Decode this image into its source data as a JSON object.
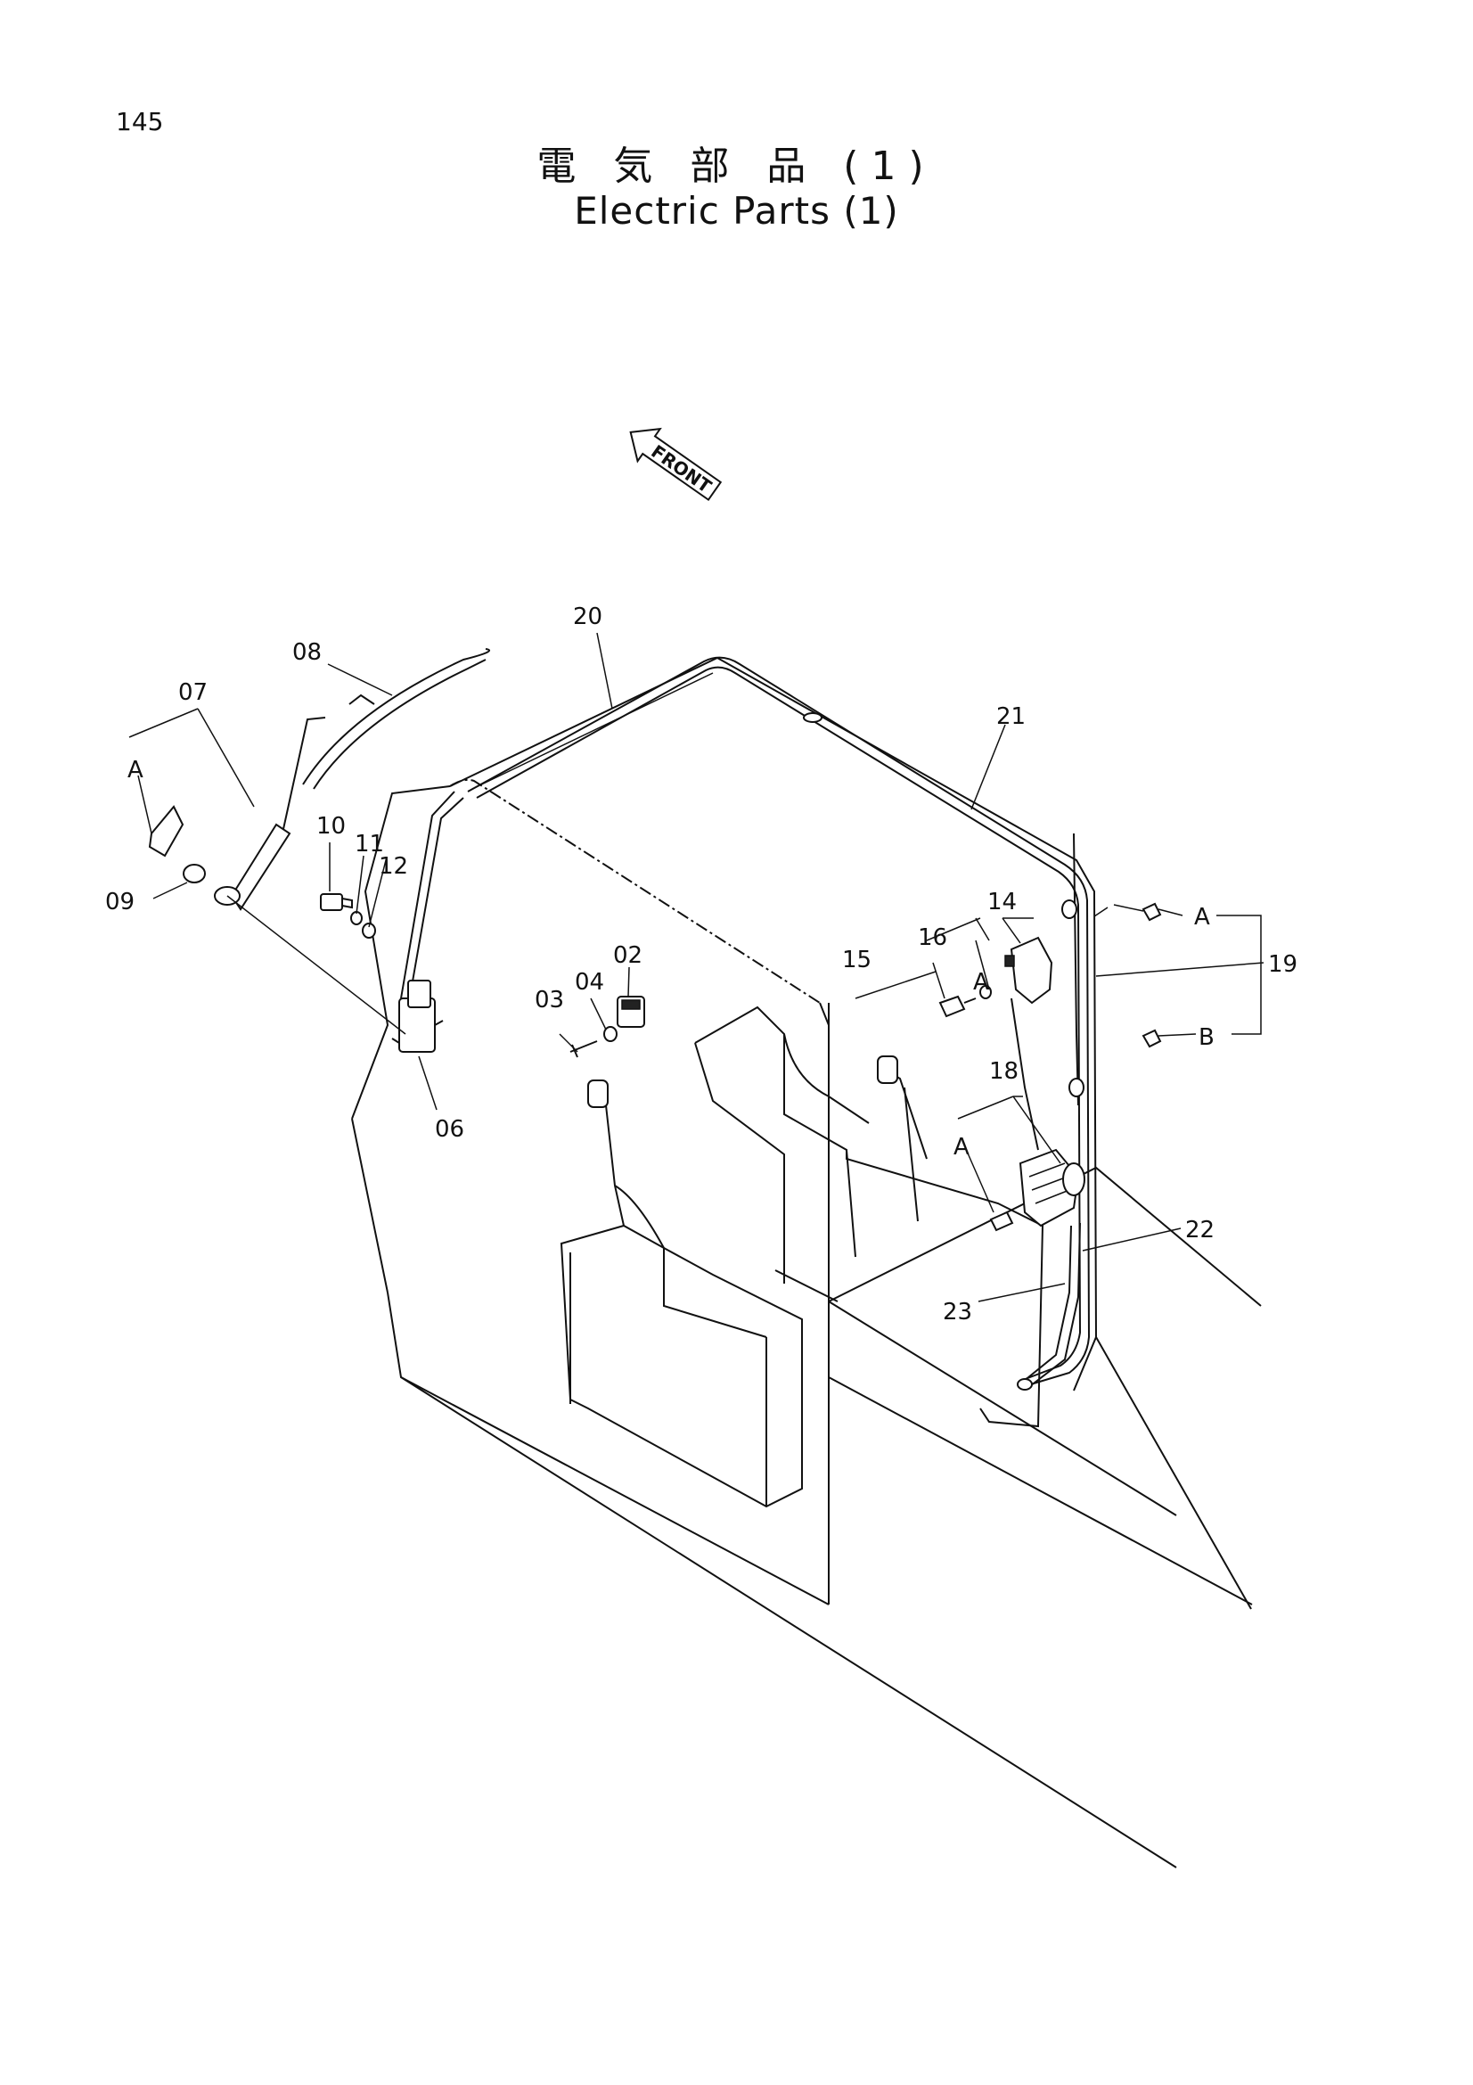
{
  "page": {
    "number": "145"
  },
  "title": {
    "japanese": "電 気 部 品 (1)",
    "english": "Electric Parts (1)"
  },
  "front_arrow": {
    "label": "FRONT"
  },
  "callouts": [
    {
      "id": "c20",
      "label": "20"
    },
    {
      "id": "c08",
      "label": "08"
    },
    {
      "id": "c07",
      "label": "07"
    },
    {
      "id": "c07a",
      "label": "A"
    },
    {
      "id": "c09",
      "label": "09"
    },
    {
      "id": "c10",
      "label": "10"
    },
    {
      "id": "c11",
      "label": "11"
    },
    {
      "id": "c12",
      "label": "12"
    },
    {
      "id": "c06",
      "label": "06"
    },
    {
      "id": "c02",
      "label": "02"
    },
    {
      "id": "c03",
      "label": "03"
    },
    {
      "id": "c04",
      "label": "04"
    },
    {
      "id": "c21",
      "label": "21"
    },
    {
      "id": "c14",
      "label": "14"
    },
    {
      "id": "c14a",
      "label": "A"
    },
    {
      "id": "c16",
      "label": "16"
    },
    {
      "id": "c15",
      "label": "15"
    },
    {
      "id": "c19",
      "label": "19"
    },
    {
      "id": "c19a",
      "label": "A"
    },
    {
      "id": "c19b",
      "label": "B"
    },
    {
      "id": "c18",
      "label": "18"
    },
    {
      "id": "c18a",
      "label": "A"
    },
    {
      "id": "c22",
      "label": "22"
    },
    {
      "id": "c23",
      "label": "23"
    }
  ]
}
